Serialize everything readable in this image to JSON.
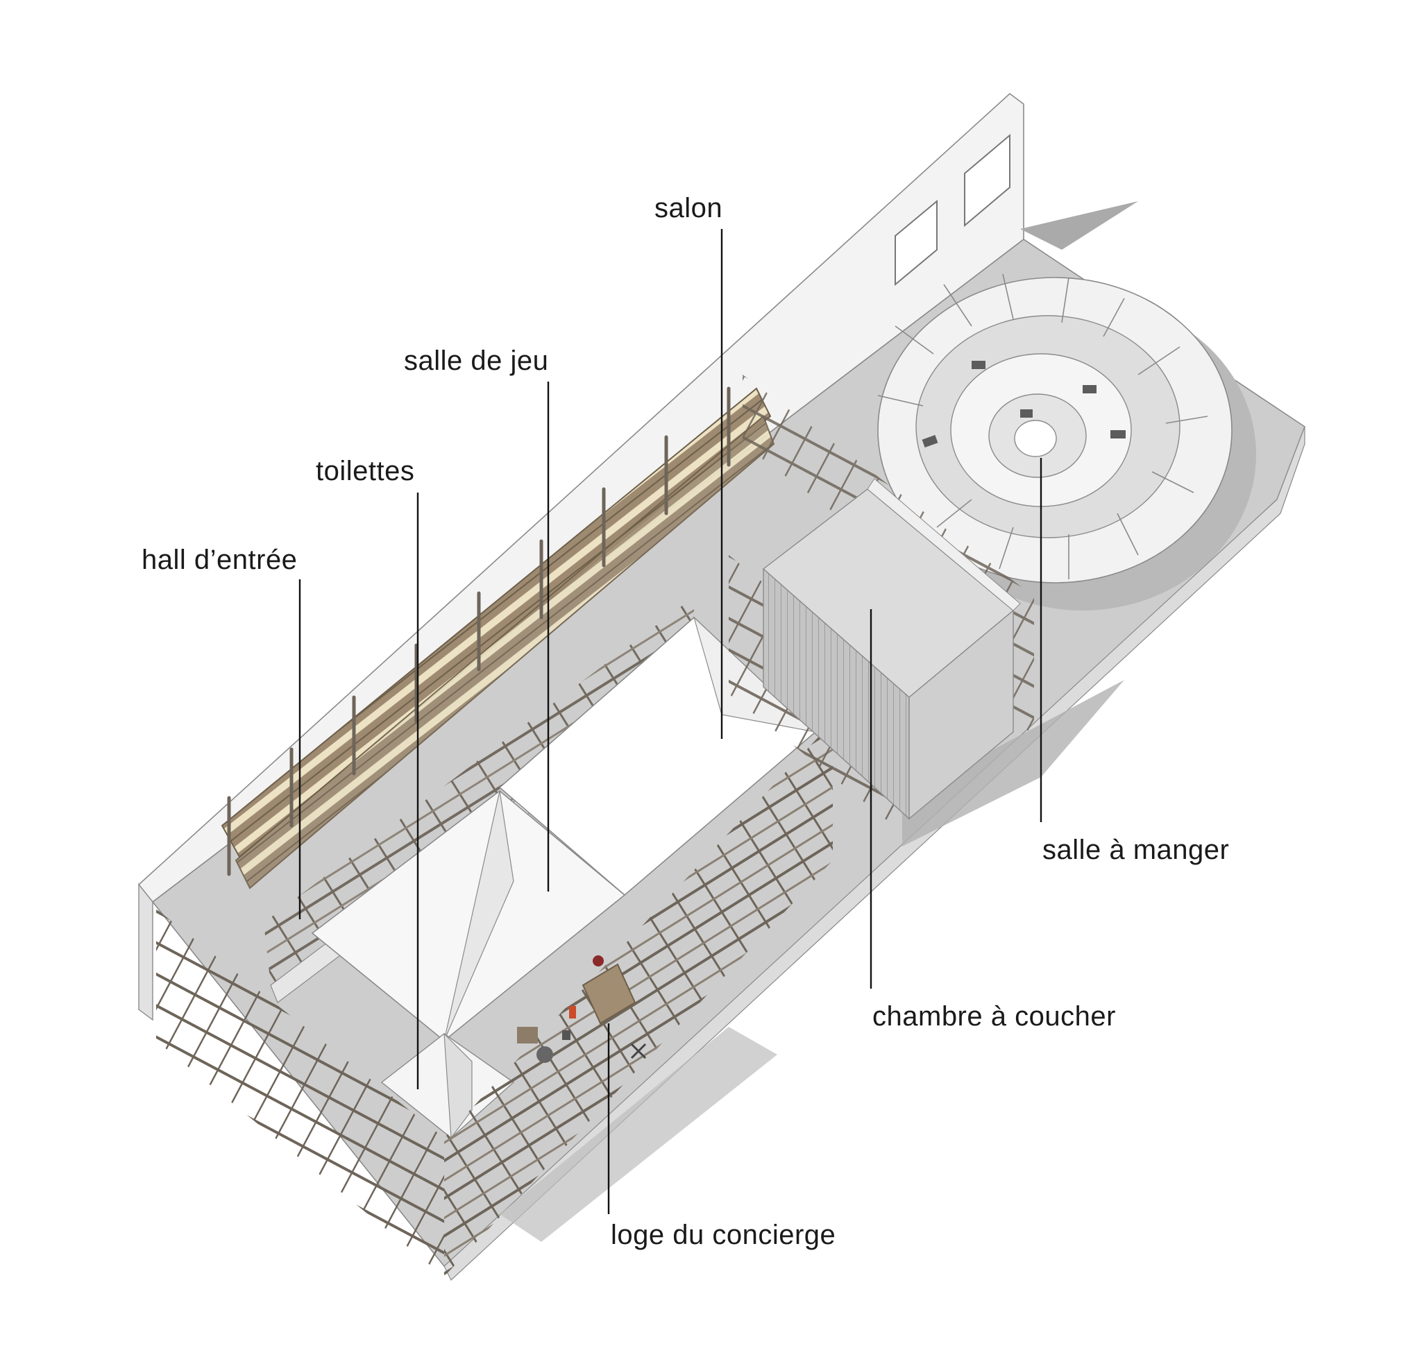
{
  "diagram": {
    "labels": {
      "salon": "salon",
      "salle_de_jeu": "salle de jeu",
      "toilettes": "toilettes",
      "hall_entree": "hall d’entrée",
      "salle_a_manger": "salle à manger",
      "chambre_a_coucher": "chambre à coucher",
      "loge_du_concierge": "loge du concierge"
    },
    "colors": {
      "floor": "#c9c9c9",
      "wall_face": "#ececec",
      "shadow": "#a9a9a9",
      "timber": "#6e655a",
      "plank": "#a08d72",
      "plank_light": "#ede3c4",
      "partition": "#b8b8b8",
      "spiral": "#f4f4f4"
    }
  }
}
